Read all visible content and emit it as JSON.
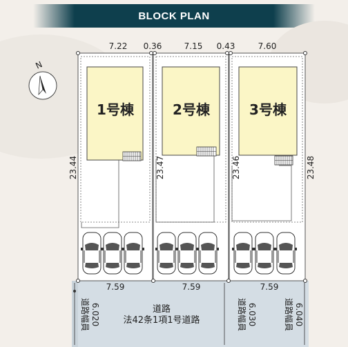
{
  "header": {
    "title": "BLOCK PLAN"
  },
  "compass": {
    "label": "N",
    "icon": "north-arrow-icon"
  },
  "top_dims": [
    "7.22",
    "0.36",
    "7.15",
    "0.43",
    "7.60"
  ],
  "lots": [
    {
      "label": "1号棟",
      "depth": "23.44",
      "frontage": "7.59"
    },
    {
      "label": "2号棟",
      "depth": "23.47",
      "frontage": "7.59"
    },
    {
      "label": "3号棟",
      "depth": "23.46",
      "frontage": "7.59"
    }
  ],
  "right_depth": "23.48",
  "road": {
    "name": "道路",
    "designation": "法42条1項1号道路",
    "width_label": "道路幅員",
    "widths": [
      "6.020",
      "6.030",
      "6.040"
    ]
  },
  "colors": {
    "banner": "#0e3f4d",
    "lot_fill": "#ffffff",
    "building_fill": "#fbf6c6",
    "road_fill": "#d4dde4",
    "line": "#555555"
  }
}
